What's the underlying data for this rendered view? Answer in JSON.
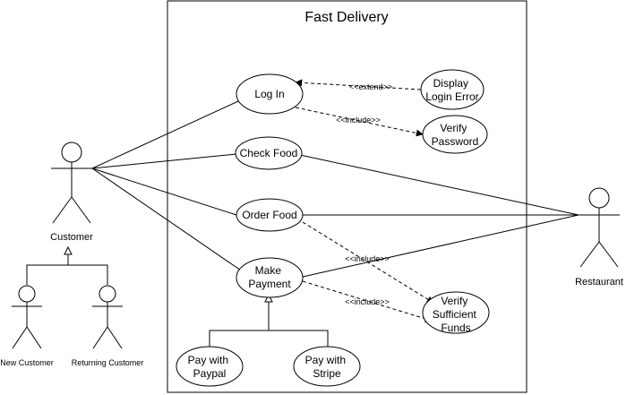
{
  "system": {
    "title": "Fast Delivery"
  },
  "actors": {
    "customer": "Customer",
    "new_customer": "New Customer",
    "returning_customer": "Returning Customer",
    "restaurant": "Restaurant"
  },
  "use_cases": {
    "log_in": [
      "Log In"
    ],
    "display_login_error": [
      "Display",
      "Login Error"
    ],
    "verify_password": [
      "Verify",
      "Password"
    ],
    "check_food": [
      "Check Food"
    ],
    "order_food": [
      "Order Food"
    ],
    "make_payment": [
      "Make",
      "Payment"
    ],
    "verify_sufficient_funds": [
      "Verify",
      "Sufficient",
      "Funds"
    ],
    "pay_with_paypal": [
      "Pay with",
      "Paypal"
    ],
    "pay_with_stripe": [
      "Pay with",
      "Stripe"
    ]
  },
  "relations": {
    "extend": "<<extend>>",
    "include": "<<include>>"
  },
  "colors": {
    "stroke": "#000000",
    "background": "#ffffff"
  }
}
